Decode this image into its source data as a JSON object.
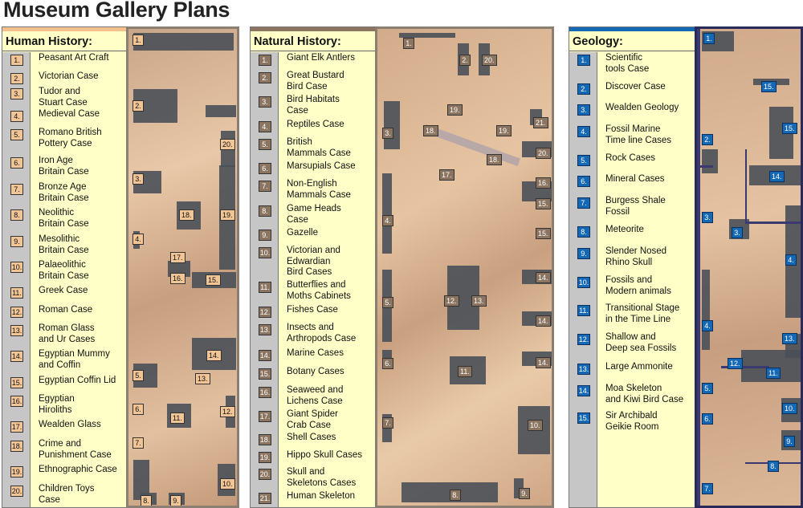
{
  "title": "Museum Gallery Plans",
  "colors": {
    "human_marker": "#f2c596",
    "natural_marker": "#8b7561",
    "geology_marker": "#1468b4",
    "legend_bg": "#ffffc8"
  },
  "panels": [
    {
      "heading": "Human History:",
      "items": [
        {
          "n": "1.",
          "t": "Peasant Art Craft"
        },
        {
          "n": "2.",
          "t": "Victorian Case"
        },
        {
          "n": "3.",
          "t": "Tudor and\nStuart Case"
        },
        {
          "n": "4.",
          "t": "Medieval Case"
        },
        {
          "n": "5.",
          "t": "Romano British\nPottery Case"
        },
        {
          "n": "6.",
          "t": "Iron Age\nBritain Case"
        },
        {
          "n": "7.",
          "t": "Bronze Age\nBritain Case"
        },
        {
          "n": "8.",
          "t": "Neolithic\nBritain Case"
        },
        {
          "n": "9.",
          "t": "Mesolithic\nBritain Case"
        },
        {
          "n": "10.",
          "t": "Palaeolithic\nBritain Case"
        },
        {
          "n": "11.",
          "t": "Greek Case"
        },
        {
          "n": "12.",
          "t": "Roman Case"
        },
        {
          "n": "13.",
          "t": "Roman Glass\nand Ur Cases"
        },
        {
          "n": "14.",
          "t": "Egyptian Mummy\nand Coffin"
        },
        {
          "n": "15.",
          "t": "Egyptian Coffin Lid"
        },
        {
          "n": "16.",
          "t": "Egyptian\nHiroliths"
        },
        {
          "n": "17.",
          "t": "Wealden Glass"
        },
        {
          "n": "18.",
          "t": "Crime and\nPunishment Case"
        },
        {
          "n": "19.",
          "t": "Ethnographic Case"
        },
        {
          "n": "20.",
          "t": "Children Toys\nCase"
        }
      ],
      "markers": [
        "1.",
        "2.",
        "20.",
        "3.",
        "18.",
        "19.",
        "4.",
        "17.",
        "16.",
        "15.",
        "14.",
        "13.",
        "5.",
        "6.",
        "11.",
        "12.",
        "7.",
        "10.",
        "8.",
        "9."
      ]
    },
    {
      "heading": "Natural History:",
      "items": [
        {
          "n": "1.",
          "t": "Giant Elk Antlers"
        },
        {
          "n": "2.",
          "t": "Great Bustard\nBird Case"
        },
        {
          "n": "3.",
          "t": "Bird Habitats\nCase"
        },
        {
          "n": "4.",
          "t": "Reptiles Case"
        },
        {
          "n": "5.",
          "t": "British\nMammals Case"
        },
        {
          "n": "6.",
          "t": "Marsupials Case"
        },
        {
          "n": "7.",
          "t": "Non-English\nMammals Case"
        },
        {
          "n": "8.",
          "t": "Game Heads\nCase"
        },
        {
          "n": "9.",
          "t": "Gazelle"
        },
        {
          "n": "10.",
          "t": "Victorian and\nEdwardian\nBird Cases"
        },
        {
          "n": "11.",
          "t": "Butterflies and\nMoths Cabinets"
        },
        {
          "n": "12.",
          "t": "Fishes Case"
        },
        {
          "n": "13.",
          "t": "Insects and\nArthropods Case"
        },
        {
          "n": "14.",
          "t": "Marine Cases"
        },
        {
          "n": "15.",
          "t": "Botany Cases"
        },
        {
          "n": "16.",
          "t": "Seaweed and\nLichens Case"
        },
        {
          "n": "17.",
          "t": "Giant Spider\nCrab Case"
        },
        {
          "n": "18.",
          "t": "Shell Cases"
        },
        {
          "n": "19.",
          "t": "Hippo Skull Cases"
        },
        {
          "n": "20.",
          "t": "Skull and\nSkeletons Cases"
        },
        {
          "n": "21.",
          "t": "Human Skeleton"
        }
      ],
      "markers": [
        "1.",
        "2.",
        "20.",
        "19.",
        "18.",
        "19.",
        "21.",
        "3.",
        "20.",
        "18.",
        "17.",
        "16.",
        "15.",
        "4.",
        "15.",
        "14.",
        "5.",
        "12.",
        "13.",
        "14.",
        "6.",
        "14.",
        "11.",
        "7.",
        "10.",
        "8.",
        "9."
      ]
    },
    {
      "heading": "Geology:",
      "items": [
        {
          "n": "1.",
          "t": "Scientific\ntools Case"
        },
        {
          "n": "2.",
          "t": "Discover Case"
        },
        {
          "n": "3.",
          "t": "Wealden Geology"
        },
        {
          "n": "4.",
          "t": "Fossil Marine\nTime line Cases"
        },
        {
          "n": "5.",
          "t": "Rock Cases"
        },
        {
          "n": "6.",
          "t": "Mineral Cases"
        },
        {
          "n": "7.",
          "t": "Burgess Shale\nFossil"
        },
        {
          "n": "8.",
          "t": "Meteorite"
        },
        {
          "n": "9.",
          "t": "Slender Nosed\nRhino Skull"
        },
        {
          "n": "10.",
          "t": "Fossils and\nModern animals"
        },
        {
          "n": "11.",
          "t": "Transitional Stage\nin the Time Line"
        },
        {
          "n": "12.",
          "t": "Shallow and\nDeep sea Fossils"
        },
        {
          "n": "13.",
          "t": "Large Ammonite"
        },
        {
          "n": "14.",
          "t": "Moa Skeleton\nand Kiwi Bird Case"
        },
        {
          "n": "15.",
          "t": "Sir Archibald\nGeikie Room"
        }
      ],
      "markers": [
        "1.",
        "15.",
        "15.",
        "2.",
        "14.",
        "3.",
        "3.",
        "4.",
        "4.",
        "13.",
        "12.",
        "11.",
        "5.",
        "10.",
        "6.",
        "9.",
        "8.",
        "7."
      ]
    }
  ]
}
